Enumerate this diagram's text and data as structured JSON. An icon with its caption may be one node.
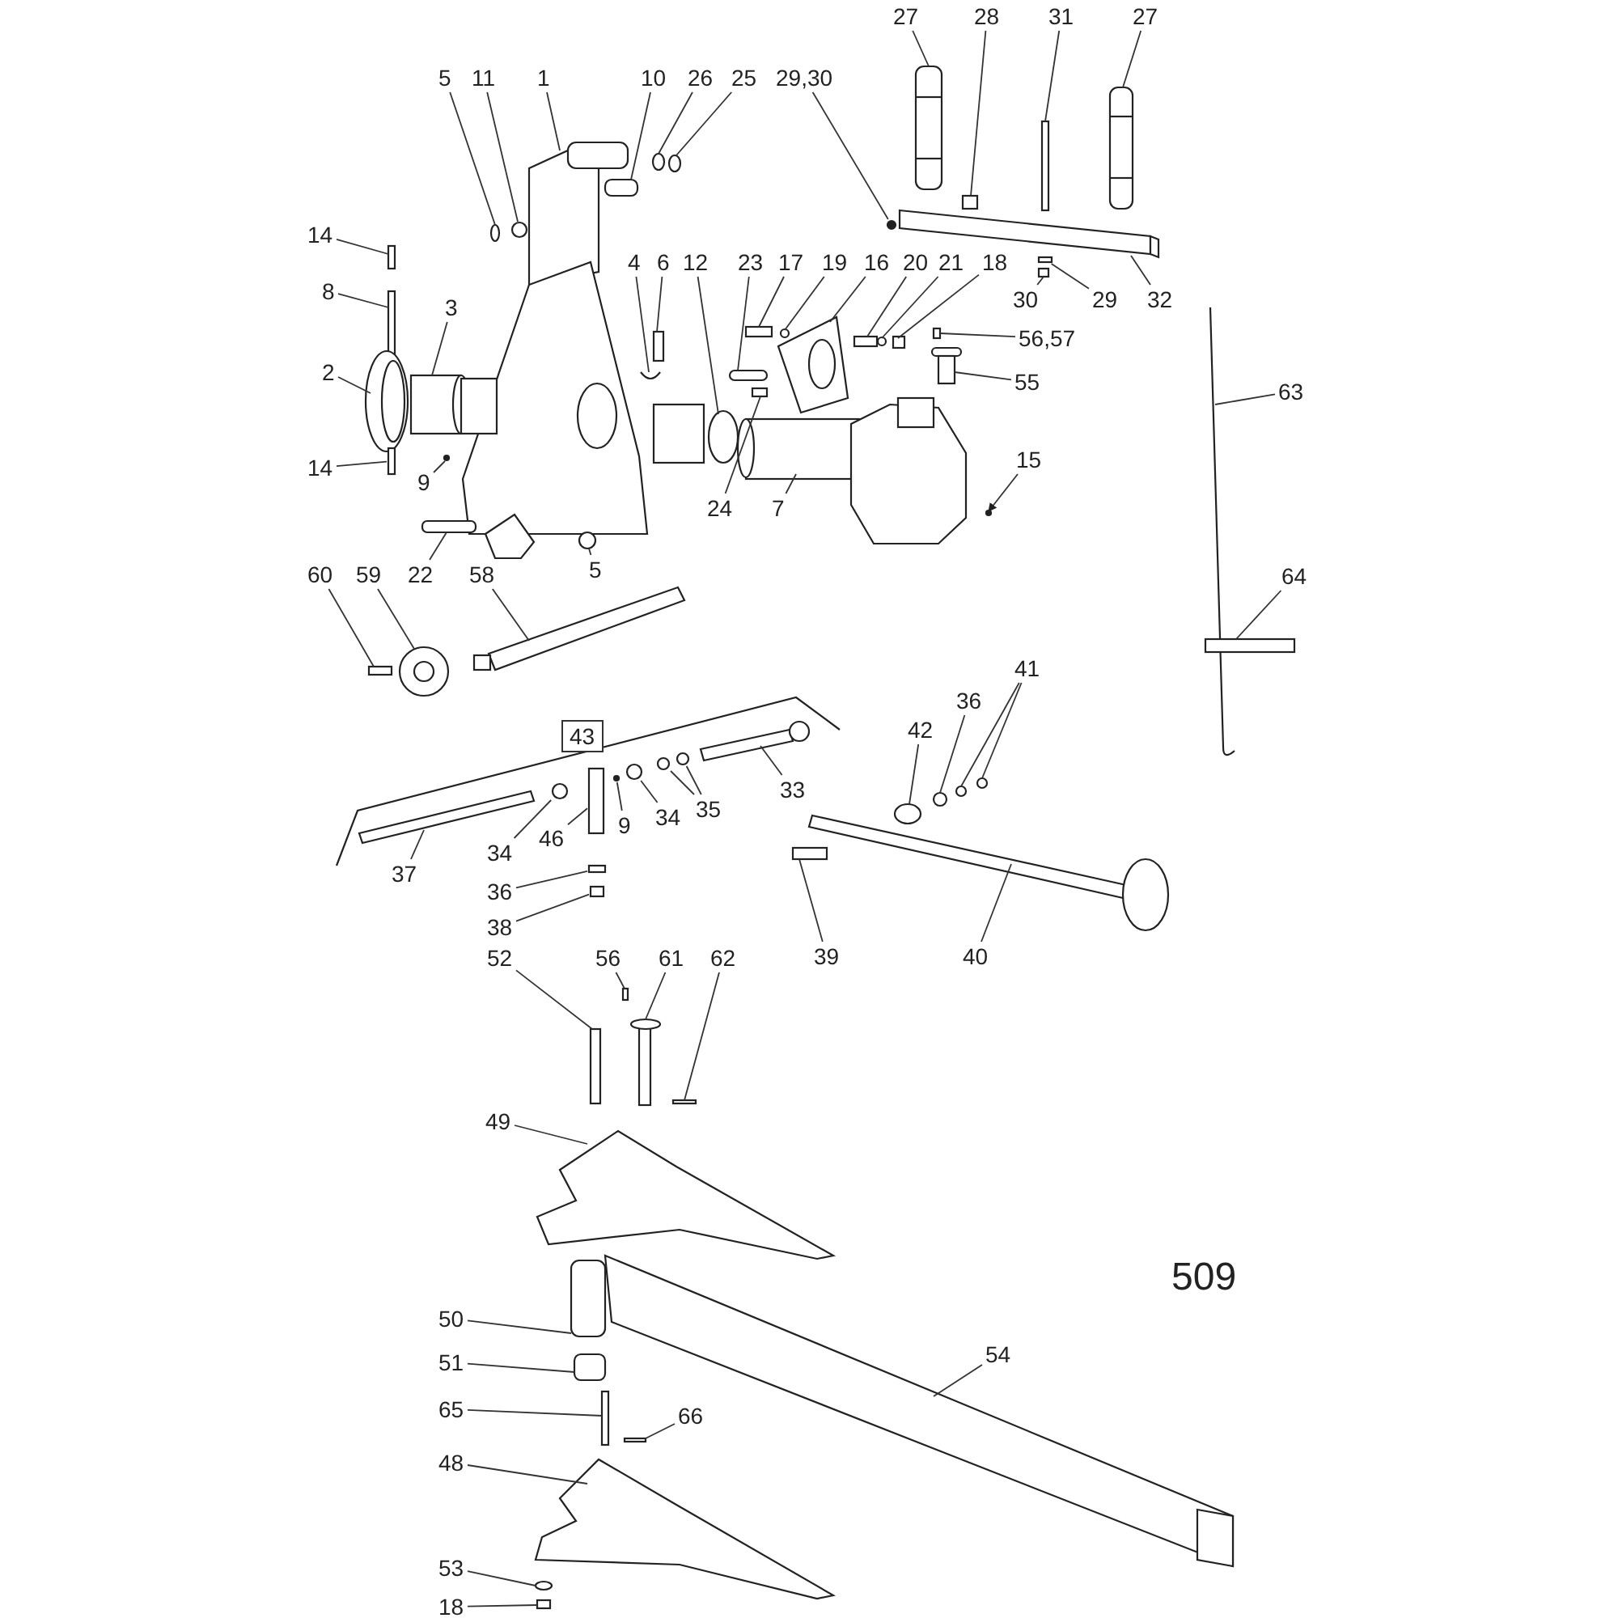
{
  "diagram": {
    "nodes": [
      {
        "text": [
          "27"
        ]
      },
      {
        "text": [
          "28"
        ]
      },
      {
        "text": [
          "31"
        ]
      },
      {
        "text": [
          "27"
        ]
      },
      {
        "text": [
          "29,30"
        ]
      },
      {
        "text": [
          "5"
        ]
      },
      {
        "text": [
          "11"
        ]
      },
      {
        "text": [
          "1"
        ]
      },
      {
        "text": [
          "10"
        ]
      },
      {
        "text": [
          "26"
        ]
      },
      {
        "text": [
          "25"
        ]
      },
      {
        "text": [
          "14"
        ]
      },
      {
        "text": [
          "8"
        ]
      },
      {
        "text": [
          "3"
        ]
      },
      {
        "text": [
          "2"
        ]
      },
      {
        "text": [
          "14"
        ]
      },
      {
        "text": [
          "9"
        ]
      },
      {
        "text": [
          "4"
        ]
      },
      {
        "text": [
          "6"
        ]
      },
      {
        "text": [
          "12"
        ]
      },
      {
        "text": [
          "23"
        ]
      },
      {
        "text": [
          "17"
        ]
      },
      {
        "text": [
          "19"
        ]
      },
      {
        "text": [
          "16"
        ]
      },
      {
        "text": [
          "20"
        ]
      },
      {
        "text": [
          "21"
        ]
      },
      {
        "text": [
          "18"
        ]
      },
      {
        "text": [
          "56,57"
        ]
      },
      {
        "text": [
          "55"
        ]
      },
      {
        "text": [
          "30"
        ]
      },
      {
        "text": [
          "29"
        ]
      },
      {
        "text": [
          "32"
        ]
      },
      {
        "text": [
          "63"
        ]
      },
      {
        "text": [
          "15"
        ]
      },
      {
        "text": [
          "24"
        ]
      },
      {
        "text": [
          "7"
        ]
      },
      {
        "text": [
          "22"
        ]
      },
      {
        "text": [
          "5"
        ]
      },
      {
        "text": [
          "60"
        ]
      },
      {
        "text": [
          "59"
        ]
      },
      {
        "text": [
          "58"
        ]
      },
      {
        "text": [
          "64"
        ]
      },
      {
        "text": [
          "42"
        ]
      },
      {
        "text": [
          "36"
        ]
      },
      {
        "text": [
          "41"
        ]
      },
      {
        "text": [
          "33"
        ]
      },
      {
        "text": [
          "35"
        ]
      },
      {
        "text": [
          "34"
        ]
      },
      {
        "text": [
          "9"
        ]
      },
      {
        "text": [
          "46"
        ]
      },
      {
        "text": [
          "34"
        ]
      },
      {
        "text": [
          "37"
        ]
      },
      {
        "text": [
          "36"
        ]
      },
      {
        "text": [
          "38"
        ]
      },
      {
        "text": [
          "39"
        ]
      },
      {
        "text": [
          "40"
        ]
      },
      {
        "text": [
          "52"
        ]
      },
      {
        "text": [
          "56"
        ]
      },
      {
        "text": [
          "61"
        ]
      },
      {
        "text": [
          "62"
        ]
      },
      {
        "text": [
          "49"
        ]
      },
      {
        "text": [
          "50"
        ]
      },
      {
        "text": [
          "51"
        ]
      },
      {
        "text": [
          "65"
        ]
      },
      {
        "text": [
          "66"
        ]
      },
      {
        "text": [
          "54"
        ]
      },
      {
        "text": [
          "48"
        ]
      },
      {
        "text": [
          "53"
        ]
      },
      {
        "text": [
          "18"
        ]
      },
      {
        "text": [],
        "shape": "circle"
      },
      {
        "text": [],
        "shape": "bar"
      },
      {
        "text": [],
        "shape": "bar"
      },
      {
        "text": [],
        "shape": "bar"
      },
      {
        "text": [],
        "shape": "circle"
      },
      {
        "text": [],
        "shape": "bar"
      },
      {
        "text": [],
        "shape": "circle"
      },
      {
        "text": [],
        "shape": "box"
      },
      {
        "text": [],
        "shape": "circle"
      },
      {
        "text": [],
        "shape": "circle"
      },
      {
        "text": [],
        "shape": "circle"
      }
    ],
    "edges": [
      {
        "from": 0,
        "to": null,
        "arrow": "none"
      },
      {
        "from": 1,
        "to": null,
        "arrow": "none"
      },
      {
        "from": 2,
        "to": null,
        "arrow": "none"
      },
      {
        "from": 3,
        "to": null,
        "arrow": "none"
      },
      {
        "from": 4,
        "to": 69,
        "arrow": "none"
      },
      {
        "from": 5,
        "to": null,
        "arrow": "none"
      },
      {
        "from": 6,
        "to": null,
        "arrow": "none"
      },
      {
        "from": 7,
        "to": null,
        "arrow": "none"
      },
      {
        "from": 8,
        "to": null,
        "arrow": "none"
      },
      {
        "from": 9,
        "to": null,
        "arrow": "none"
      },
      {
        "from": 10,
        "to": null,
        "arrow": "none"
      },
      {
        "from": 11,
        "to": null,
        "arrow": "none"
      },
      {
        "from": 12,
        "to": null,
        "arrow": "none"
      },
      {
        "from": 13,
        "to": null,
        "arrow": "none"
      },
      {
        "from": 14,
        "to": null,
        "arrow": "none"
      },
      {
        "from": 15,
        "to": 70,
        "arrow": "none"
      },
      {
        "from": 16,
        "to": null,
        "arrow": "none"
      },
      {
        "from": 17,
        "to": null,
        "arrow": "none"
      },
      {
        "from": 18,
        "to": null,
        "arrow": "none"
      },
      {
        "from": 19,
        "to": null,
        "arrow": "none"
      },
      {
        "from": 20,
        "to": null,
        "arrow": "none"
      },
      {
        "from": 21,
        "to": null,
        "arrow": "none"
      },
      {
        "from": 22,
        "to": null,
        "arrow": "none"
      },
      {
        "from": 23,
        "to": null,
        "arrow": "none"
      },
      {
        "from": 24,
        "to": null,
        "arrow": "none"
      },
      {
        "from": 25,
        "to": null,
        "arrow": "none"
      },
      {
        "from": 26,
        "to": null,
        "arrow": "none"
      },
      {
        "from": 27,
        "to": null,
        "arrow": "none"
      },
      {
        "from": 28,
        "to": null,
        "arrow": "none"
      },
      {
        "from": 29,
        "to": null,
        "arrow": "none"
      },
      {
        "from": 30,
        "to": 71,
        "arrow": "none"
      },
      {
        "from": 31,
        "to": null,
        "arrow": "none"
      },
      {
        "from": 32,
        "to": null,
        "arrow": "none"
      },
      {
        "from": 33,
        "to": null,
        "arrow": "to"
      },
      {
        "from": 34,
        "to": null,
        "arrow": "none"
      },
      {
        "from": 35,
        "to": null,
        "arrow": "none"
      },
      {
        "from": 36,
        "to": null,
        "arrow": "none"
      },
      {
        "from": 37,
        "to": null,
        "arrow": "none"
      },
      {
        "from": 38,
        "to": null,
        "arrow": "none"
      },
      {
        "from": 39,
        "to": null,
        "arrow": "none"
      },
      {
        "from": 40,
        "to": null,
        "arrow": "none"
      },
      {
        "from": 41,
        "to": null,
        "arrow": "none"
      },
      {
        "from": 42,
        "to": null,
        "arrow": "none"
      },
      {
        "from": 43,
        "to": null,
        "arrow": "none"
      },
      {
        "from": 44,
        "to": null,
        "arrow": "none"
      },
      {
        "from": 44,
        "to": null,
        "arrow": "none"
      },
      {
        "from": 45,
        "to": null,
        "arrow": "none"
      },
      {
        "from": 46,
        "to": 78,
        "arrow": "none"
      },
      {
        "from": 46,
        "to": 79,
        "arrow": "none"
      },
      {
        "from": 47,
        "to": 77,
        "arrow": "none"
      },
      {
        "from": 48,
        "to": 75,
        "arrow": "none"
      },
      {
        "from": 49,
        "to": 72,
        "arrow": "none"
      },
      {
        "from": 50,
        "to": 73,
        "arrow": "none"
      },
      {
        "from": 51,
        "to": null,
        "arrow": "none"
      },
      {
        "from": 52,
        "to": 74,
        "arrow": "none"
      },
      {
        "from": 53,
        "to": 76,
        "arrow": "none"
      },
      {
        "from": 54,
        "to": null,
        "arrow": "none"
      },
      {
        "from": 55,
        "to": null,
        "arrow": "none"
      },
      {
        "from": 56,
        "to": null,
        "arrow": "none"
      },
      {
        "from": 57,
        "to": null,
        "arrow": "none"
      },
      {
        "from": 58,
        "to": null,
        "arrow": "none"
      },
      {
        "from": 59,
        "to": null,
        "arrow": "none"
      },
      {
        "from": 60,
        "to": null,
        "arrow": "none"
      },
      {
        "from": 61,
        "to": null,
        "arrow": "none"
      },
      {
        "from": 62,
        "to": null,
        "arrow": "none"
      },
      {
        "from": 63,
        "to": null,
        "arrow": "none"
      },
      {
        "from": 64,
        "to": null,
        "arrow": "none"
      },
      {
        "from": 65,
        "to": null,
        "arrow": "none"
      },
      {
        "from": 66,
        "to": null,
        "arrow": "none"
      },
      {
        "from": 67,
        "to": null,
        "arrow": "none"
      },
      {
        "from": 68,
        "to": null,
        "arrow": "none"
      }
    ],
    "labels": [
      "43",
      "509"
    ]
  }
}
